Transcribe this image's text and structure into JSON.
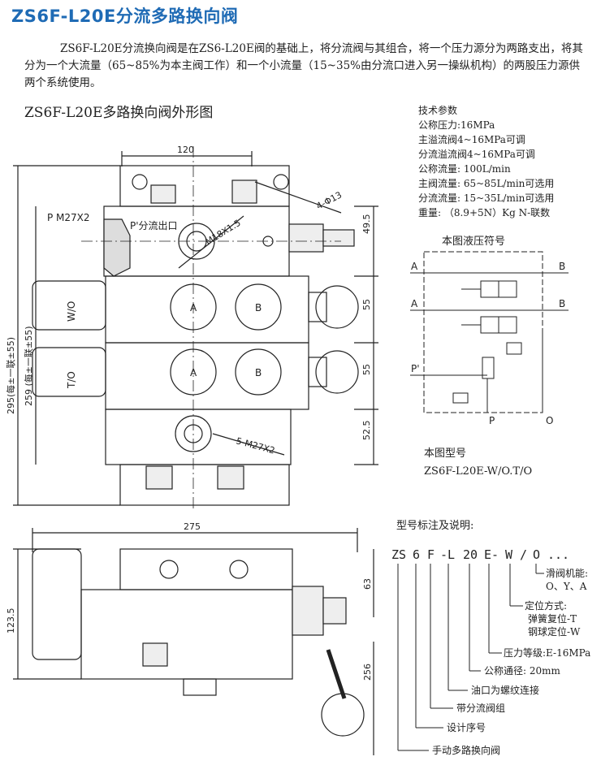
{
  "title": "ZS6F-L20E分流多路换向阀",
  "intro": "ZS6F-L20E分流换向阀是在ZS6-L20E阀的基础上，将分流阀与其组合，将一个压力源分为两路支出，将其分为一个大流量（65~85%为本主阀工作）和一个小流量（15~35%由分流口进入另一操纵机构）的两股压力源供两个系统使用。",
  "figure_title": "ZS6F-L20E多路换向阀外形图",
  "specs": {
    "heading": "技术参数",
    "lines": [
      "公称压力:16MPa",
      "主溢流阀4~16MPa可调",
      "分流溢流阀4~16MPa可调",
      "公称流量: 100L/min",
      "主阀流量: 65~85L/min可选用",
      "分流流量: 15~35L/min可选用",
      "重量: （8.9+5N）Kg N-联数"
    ]
  },
  "symbol_caption": "本图液压符号",
  "symbol_ports": {
    "a1": "A",
    "b1": "B",
    "a2": "A",
    "b2": "B",
    "pprime": "P'",
    "p": "P",
    "o": "O"
  },
  "model_caption": "本图型号",
  "model_number": "ZS6F-L20E-W/O.T/O",
  "front_view": {
    "dim_width": "120",
    "dim_holes": "4-Φ13",
    "port_p": "P M27X2",
    "port_pprime": "P'分流出口",
    "port_m18": "M18X1.5",
    "dim_495": "49.5",
    "dim_55a": "55",
    "dim_55b": "55",
    "dim_525": "52.5",
    "dim_295": "295(每±一联±55)",
    "dim_259": "259 (每±一联±55)",
    "handle_1": "W/O",
    "handle_2": "T/O",
    "port_a1": "A",
    "port_b1": "B",
    "port_a2": "A",
    "port_b2": "B",
    "port_bottom": "5-M27X2"
  },
  "side_view": {
    "dim_width": "275",
    "dim_height": "123.5",
    "dim_63": "63",
    "dim_256": "256"
  },
  "legend": {
    "title": "型号标注及说明:",
    "code_parts": [
      "ZS",
      "6",
      "F",
      "-L",
      "20",
      "E-",
      "W",
      "/",
      "O",
      "..."
    ],
    "items": [
      "滑阀机能:",
      "O、Y、A",
      "定位方式:",
      "弹簧复位-T",
      "钢球定位-W",
      "压力等级:E-16MPa",
      "公称通径: 20mm",
      "油口为螺纹连接",
      "带分流阀组",
      "设计序号",
      "手动多路换向阀"
    ]
  }
}
